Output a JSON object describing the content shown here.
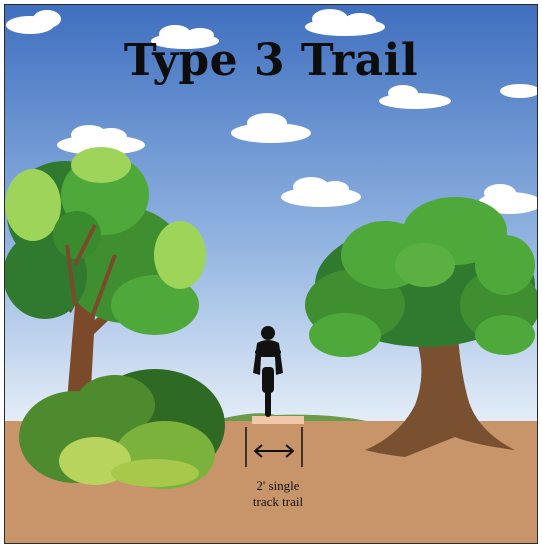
{
  "title": "Type 3 Trail",
  "trail_label": {
    "line1": "2' single",
    "line2": "track trail"
  },
  "colors": {
    "sky_top": "#3f6fbf",
    "sky_bottom": "#e8f0fa",
    "ground": "#c8956a",
    "hill": "#6b9a4a",
    "trail_strip": "#f2c9a8",
    "trunk": "#7a4a2a",
    "foliage_dark": "#2f7a2e",
    "foliage_mid": "#4fa83a",
    "foliage_light": "#9ed45a"
  },
  "icons": [
    "cloud-icon",
    "tree-icon",
    "bush-icon",
    "cyclist-icon",
    "double-arrow-icon"
  ]
}
